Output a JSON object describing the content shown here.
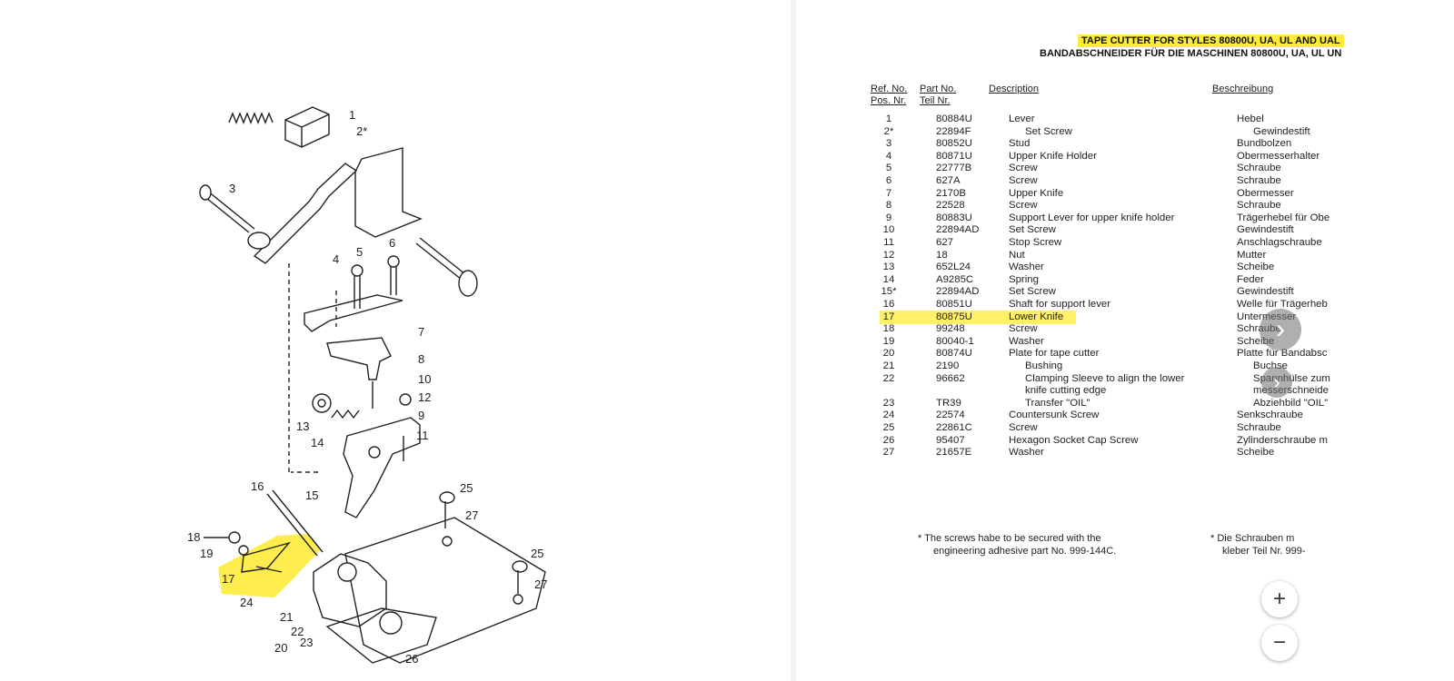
{
  "document": {
    "title_en": "TAPE CUTTER FOR STYLES 80800U, UA, UL AND UAL",
    "title_de": "BANDABSCHNEIDER FÜR DIE MASCHINEN 80800U, UA, UL UN",
    "headers": {
      "ref_no": "Ref. No.",
      "pos_nr": "Pos. Nr.",
      "part_no": "Part No.",
      "teil_nr": "Teil Nr.",
      "description": "Description",
      "beschreibung": "Beschreibung"
    },
    "parts": [
      {
        "ref": "1",
        "part": "80884U",
        "desc": "Lever",
        "de": "Hebel"
      },
      {
        "ref": "2*",
        "part": "22894F",
        "desc": "Set Screw",
        "de": "Gewindestift",
        "indent": true
      },
      {
        "ref": "3",
        "part": "80852U",
        "desc": "Stud",
        "de": "Bundbolzen"
      },
      {
        "ref": "4",
        "part": "80871U",
        "desc": "Upper Knife Holder",
        "de": "Obermesserhalter"
      },
      {
        "ref": "5",
        "part": "22777B",
        "desc": "Screw",
        "de": "Schraube"
      },
      {
        "ref": "6",
        "part": "627A",
        "desc": "Screw",
        "de": "Schraube"
      },
      {
        "ref": "7",
        "part": "2170B",
        "desc": "Upper Knife",
        "de": "Obermesser"
      },
      {
        "ref": "8",
        "part": "22528",
        "desc": "Screw",
        "de": "Schraube"
      },
      {
        "ref": "9",
        "part": "80883U",
        "desc": "Support Lever for upper knife holder",
        "de": "Trägerhebel für Obe"
      },
      {
        "ref": "10",
        "part": "22894AD",
        "desc": "Set Screw",
        "de": "Gewindestift"
      },
      {
        "ref": "11",
        "part": "627",
        "desc": "Stop Screw",
        "de": "Anschlagschraube"
      },
      {
        "ref": "12",
        "part": "18",
        "desc": "Nut",
        "de": "Mutter"
      },
      {
        "ref": "13",
        "part": "652L24",
        "desc": "Washer",
        "de": "Scheibe"
      },
      {
        "ref": "14",
        "part": "A9285C",
        "desc": "Spring",
        "de": "Feder"
      },
      {
        "ref": "15*",
        "part": "22894AD",
        "desc": "Set Screw",
        "de": "Gewindestift"
      },
      {
        "ref": "16",
        "part": "80851U",
        "desc": "Shaft for support lever",
        "de": "Welle für Trägerheb"
      },
      {
        "ref": "17",
        "part": "80875U",
        "desc": "Lower Knife",
        "de": "Untermesser"
      },
      {
        "ref": "18",
        "part": "99248",
        "desc": "Screw",
        "de": "Schraube"
      },
      {
        "ref": "19",
        "part": "80040-1",
        "desc": "Washer",
        "de": "Scheibe"
      },
      {
        "ref": "20",
        "part": "80874U",
        "desc": "Plate for tape cutter",
        "de": "Platte für Bandabsc"
      },
      {
        "ref": "21",
        "part": "2190",
        "desc": "Bushing",
        "de": "Buchse",
        "indent": true
      },
      {
        "ref": "22",
        "part": "96662",
        "desc": "Clamping Sleeve to align the lower",
        "de": "Spannhülse zum",
        "indent": true
      },
      {
        "ref": "",
        "part": "",
        "desc": "knife cutting edge",
        "de": "messerschneide",
        "indent": true
      },
      {
        "ref": "23",
        "part": "TR39",
        "desc": "Transfer \"OIL\"",
        "de": "Abziehbild \"OIL\"",
        "indent": true
      },
      {
        "ref": "24",
        "part": "22574",
        "desc": "Countersunk Screw",
        "de": "Senkschraube"
      },
      {
        "ref": "25",
        "part": "22861C",
        "desc": "Screw",
        "de": "Schraube"
      },
      {
        "ref": "26",
        "part": "95407",
        "desc": "Hexagon Socket Cap Screw",
        "de": "Zylinderschraube m"
      },
      {
        "ref": "27",
        "part": "21657E",
        "desc": "Washer",
        "de": "Scheibe"
      }
    ],
    "footnote_en_1": "*  The screws habe to be secured with the",
    "footnote_en_2": "engineering adhesive part No. 999-144C.",
    "footnote_de_1": "*  Die Schrauben m",
    "footnote_de_2": "kleber Teil Nr. 999-"
  },
  "diagram": {
    "callouts": [
      "1",
      "2*",
      "3",
      "4",
      "5",
      "6",
      "7",
      "8",
      "10",
      "12",
      "9",
      "13",
      "14",
      "11",
      "16",
      "15",
      "25",
      "27",
      "18",
      "19",
      "17",
      "24",
      "21",
      "22",
      "20",
      "23",
      "26",
      "25",
      "27"
    ]
  },
  "controls": {
    "next_icon": "›",
    "zoom_in": "+",
    "zoom_out": "−"
  },
  "colors": {
    "highlight": "#ffeb3b"
  }
}
